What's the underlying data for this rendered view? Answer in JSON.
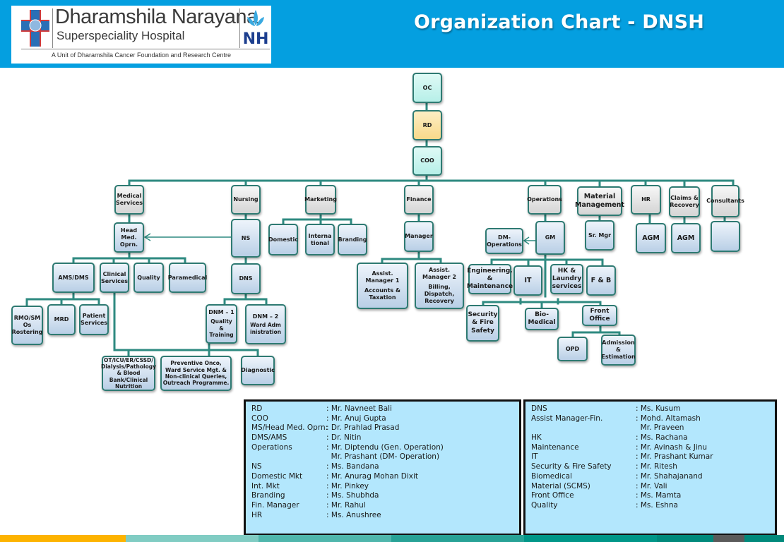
{
  "header": {
    "logo": {
      "name": "Dharamshila Narayana",
      "subtitle": "Superspeciality Hospital",
      "tagline": "A Unit of Dharamshila Cancer Foundation and Research Centre",
      "badge": "NH"
    },
    "title": "Organization Chart - DNSH",
    "background_color": "#049fe0"
  },
  "chart": {
    "top": {
      "oc": "OC",
      "rd": "RD",
      "coo": "COO"
    },
    "departments": {
      "medical_services": "Medical Services",
      "nursing": "Nursing",
      "marketing": "Marketing",
      "finance": "Finance",
      "operations": "Operations",
      "material_management": "Material Management",
      "hr": "HR",
      "claims_recovery": "Claims & Recovery",
      "consultants": "Consultants"
    },
    "medical": {
      "head": "Head Med. Oprn.",
      "ams_dms": "AMS/DMS",
      "clinical_services": "Clinical Services",
      "quality": "Quality",
      "paramedical": "Paramedical",
      "rmo": "RMO/SM Os Rostering",
      "mrd": "MRD",
      "patient_services": "Patient Services",
      "ot_icu": "OT/ICU/ER/CSSD/ Dialysis/Pathology & Blood Bank/Clinical Nutrition",
      "preventive": "Preventive Onco, Ward Service Mgt. & Non-clinical Queries, Outreach Programme.",
      "diagnostic": "Diagnostic"
    },
    "nursing": {
      "ns": "NS",
      "dns": "DNS",
      "dnm1_title": "DNM – 1",
      "dnm1_sub": "Quality & Training",
      "dnm2_title": "DNM – 2",
      "dnm2_sub": "Ward Administration"
    },
    "marketing": {
      "domestic": "Domestic",
      "international": "International",
      "branding": "Branding"
    },
    "finance": {
      "manager": "Manager",
      "am1_title": "Assist. Manager 1",
      "am1_sub": "Accounts & Taxation",
      "am2_title": "Assist. Manager 2",
      "am2_sub": "Billing, Dispatch, Recovery"
    },
    "operations": {
      "gm": "GM",
      "dm_operations": "DM-Operations",
      "engineering": "Engineering. & Maintenance",
      "it": "IT",
      "hk_laundry": "HK & Laundry services",
      "fnb": "F & B",
      "security": "Security & Fire Safety",
      "biomedical": "Bio-Medical",
      "front_office": "Front Office",
      "opd": "OPD",
      "admission": "Admission & Estimation"
    },
    "material": {
      "sr_mgr": "Sr. Mgr"
    },
    "hr": {
      "agm": "AGM"
    },
    "claims": {
      "agm": "AGM"
    },
    "consultants": {
      "child": ""
    },
    "connector_color": "#2e8a80"
  },
  "legend_left": [
    {
      "role": "RD",
      "name": ": Mr. Navneet Bali"
    },
    {
      "role": "COO",
      "name": ": Mr. Anuj Gupta"
    },
    {
      "role": "MS/Head Med. Oprn:",
      "name": ": Dr. Prahlad Prasad"
    },
    {
      "role": "DMS/AMS",
      "name": ": Dr. Nitin"
    },
    {
      "role": "Operations",
      "name": ": Mr. Diptendu (Gen. Operation)"
    },
    {
      "role": "",
      "name": "  Mr. Prashant (DM- Operation)"
    },
    {
      "role": "NS",
      "name": ": Ms. Bandana"
    },
    {
      "role": "Domestic Mkt",
      "name": ": Mr. Anurag Mohan Dixit"
    },
    {
      "role": "Int. Mkt",
      "name": ": Mr. Pinkey"
    },
    {
      "role": "Branding",
      "name": ": Ms. Shubhda"
    },
    {
      "role": "Fin. Manager",
      "name": ": Mr. Rahul"
    },
    {
      "role": "HR",
      "name": ": Ms. Anushree"
    }
  ],
  "legend_right": [
    {
      "role": "DNS",
      "name": ": Ms. Kusum"
    },
    {
      "role": "Assist Manager-Fin.",
      "name": ": Mohd. Altamash"
    },
    {
      "role": "",
      "name": "  Mr. Praveen"
    },
    {
      "role": "HK",
      "name": ": Ms. Rachana"
    },
    {
      "role": "Maintenance",
      "name": ": Mr. Avinash & Jinu"
    },
    {
      "role": "IT",
      "name": ": Mr. Prashant Kumar"
    },
    {
      "role": "Security & Fire Safety",
      "name": ": Mr. Ritesh"
    },
    {
      "role": "Biomedical",
      "name": ": Mr. Shahajanand"
    },
    {
      "role": "Material (SCMS)",
      "name": ": Mr. Vali"
    },
    {
      "role": "Front Office",
      "name": ": Ms. Mamta"
    },
    {
      "role": "Quality",
      "name": ": Ms. Eshna"
    }
  ],
  "footer_colors": [
    "#fdb300",
    "#80ccc3",
    "#4fb6ac",
    "#27a296",
    "#009688",
    "#00897b",
    "#5a5a5a",
    "#00897b"
  ]
}
